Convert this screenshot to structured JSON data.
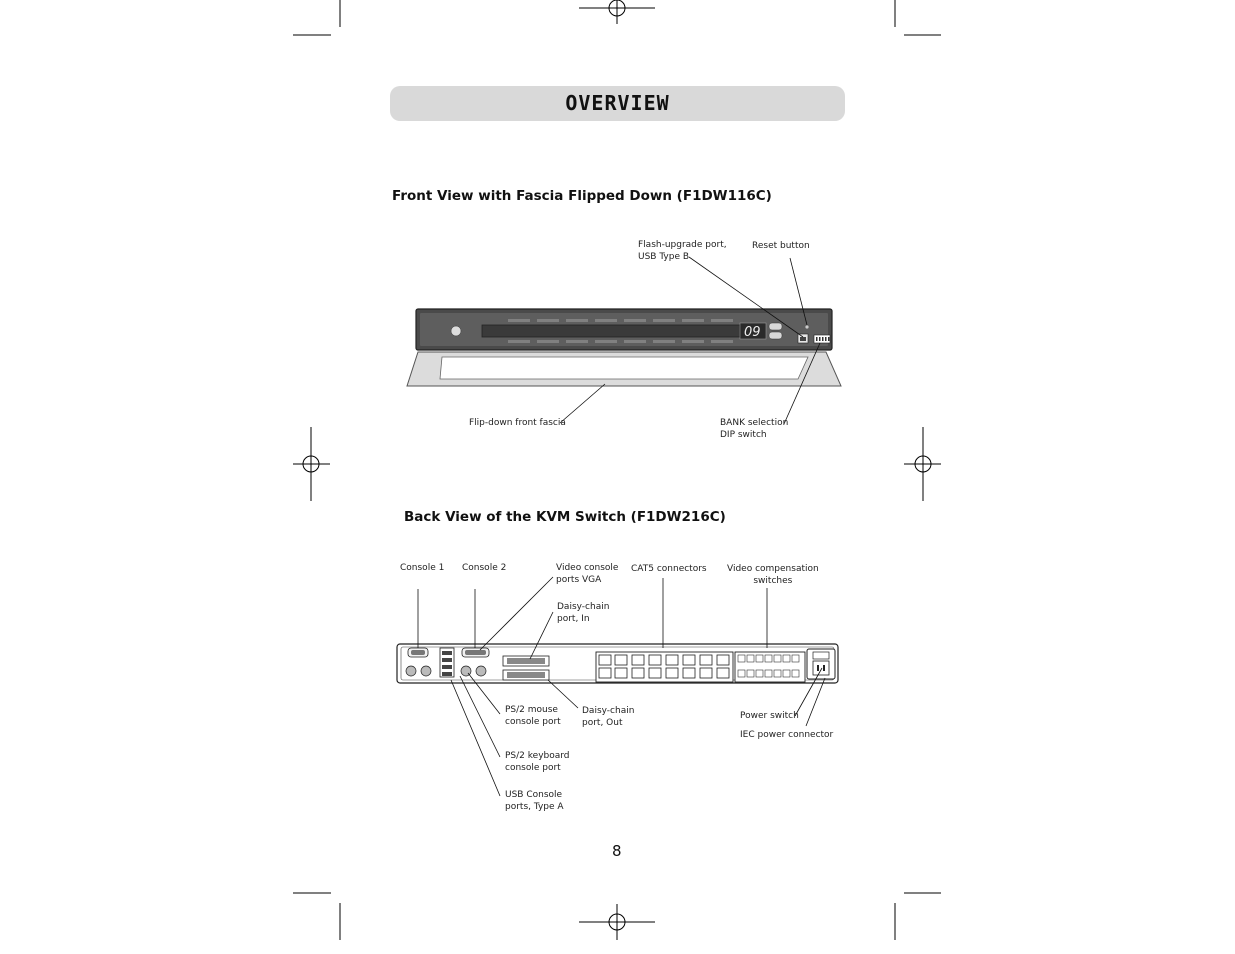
{
  "header": {
    "title": "OVERVIEW"
  },
  "front_view": {
    "title": "Front View with Fascia Flipped Down (F1DW116C)",
    "display_value": "09",
    "labels": {
      "flash_upgrade_line1": "Flash-upgrade port,",
      "flash_upgrade_line2": "USB Type B",
      "reset_button": "Reset button",
      "fascia": "Flip-down front fascia",
      "bank_line1": "BANK selection",
      "bank_line2": "DIP switch"
    }
  },
  "back_view": {
    "title": "Back View of the KVM Switch (F1DW216C)",
    "labels": {
      "console1": "Console 1",
      "console2": "Console 2",
      "video_line1": "Video console",
      "video_line2": "ports VGA",
      "cat5": "CAT5 connectors",
      "video_comp_line1": "Video compensation",
      "video_comp_line2": "switches",
      "daisy_in_line1": "Daisy-chain",
      "daisy_in_line2": "port, In",
      "ps2_mouse_line1": "PS/2 mouse",
      "ps2_mouse_line2": "console port",
      "daisy_out_line1": "Daisy-chain",
      "daisy_out_line2": "port, Out",
      "power_switch": "Power switch",
      "iec_power": "IEC power connector",
      "ps2_kb_line1": "PS/2 keyboard",
      "ps2_kb_line2": "console port",
      "usb_line1": "USB Console",
      "usb_line2": "ports, Type A"
    }
  },
  "footer": {
    "page_number": "8"
  }
}
